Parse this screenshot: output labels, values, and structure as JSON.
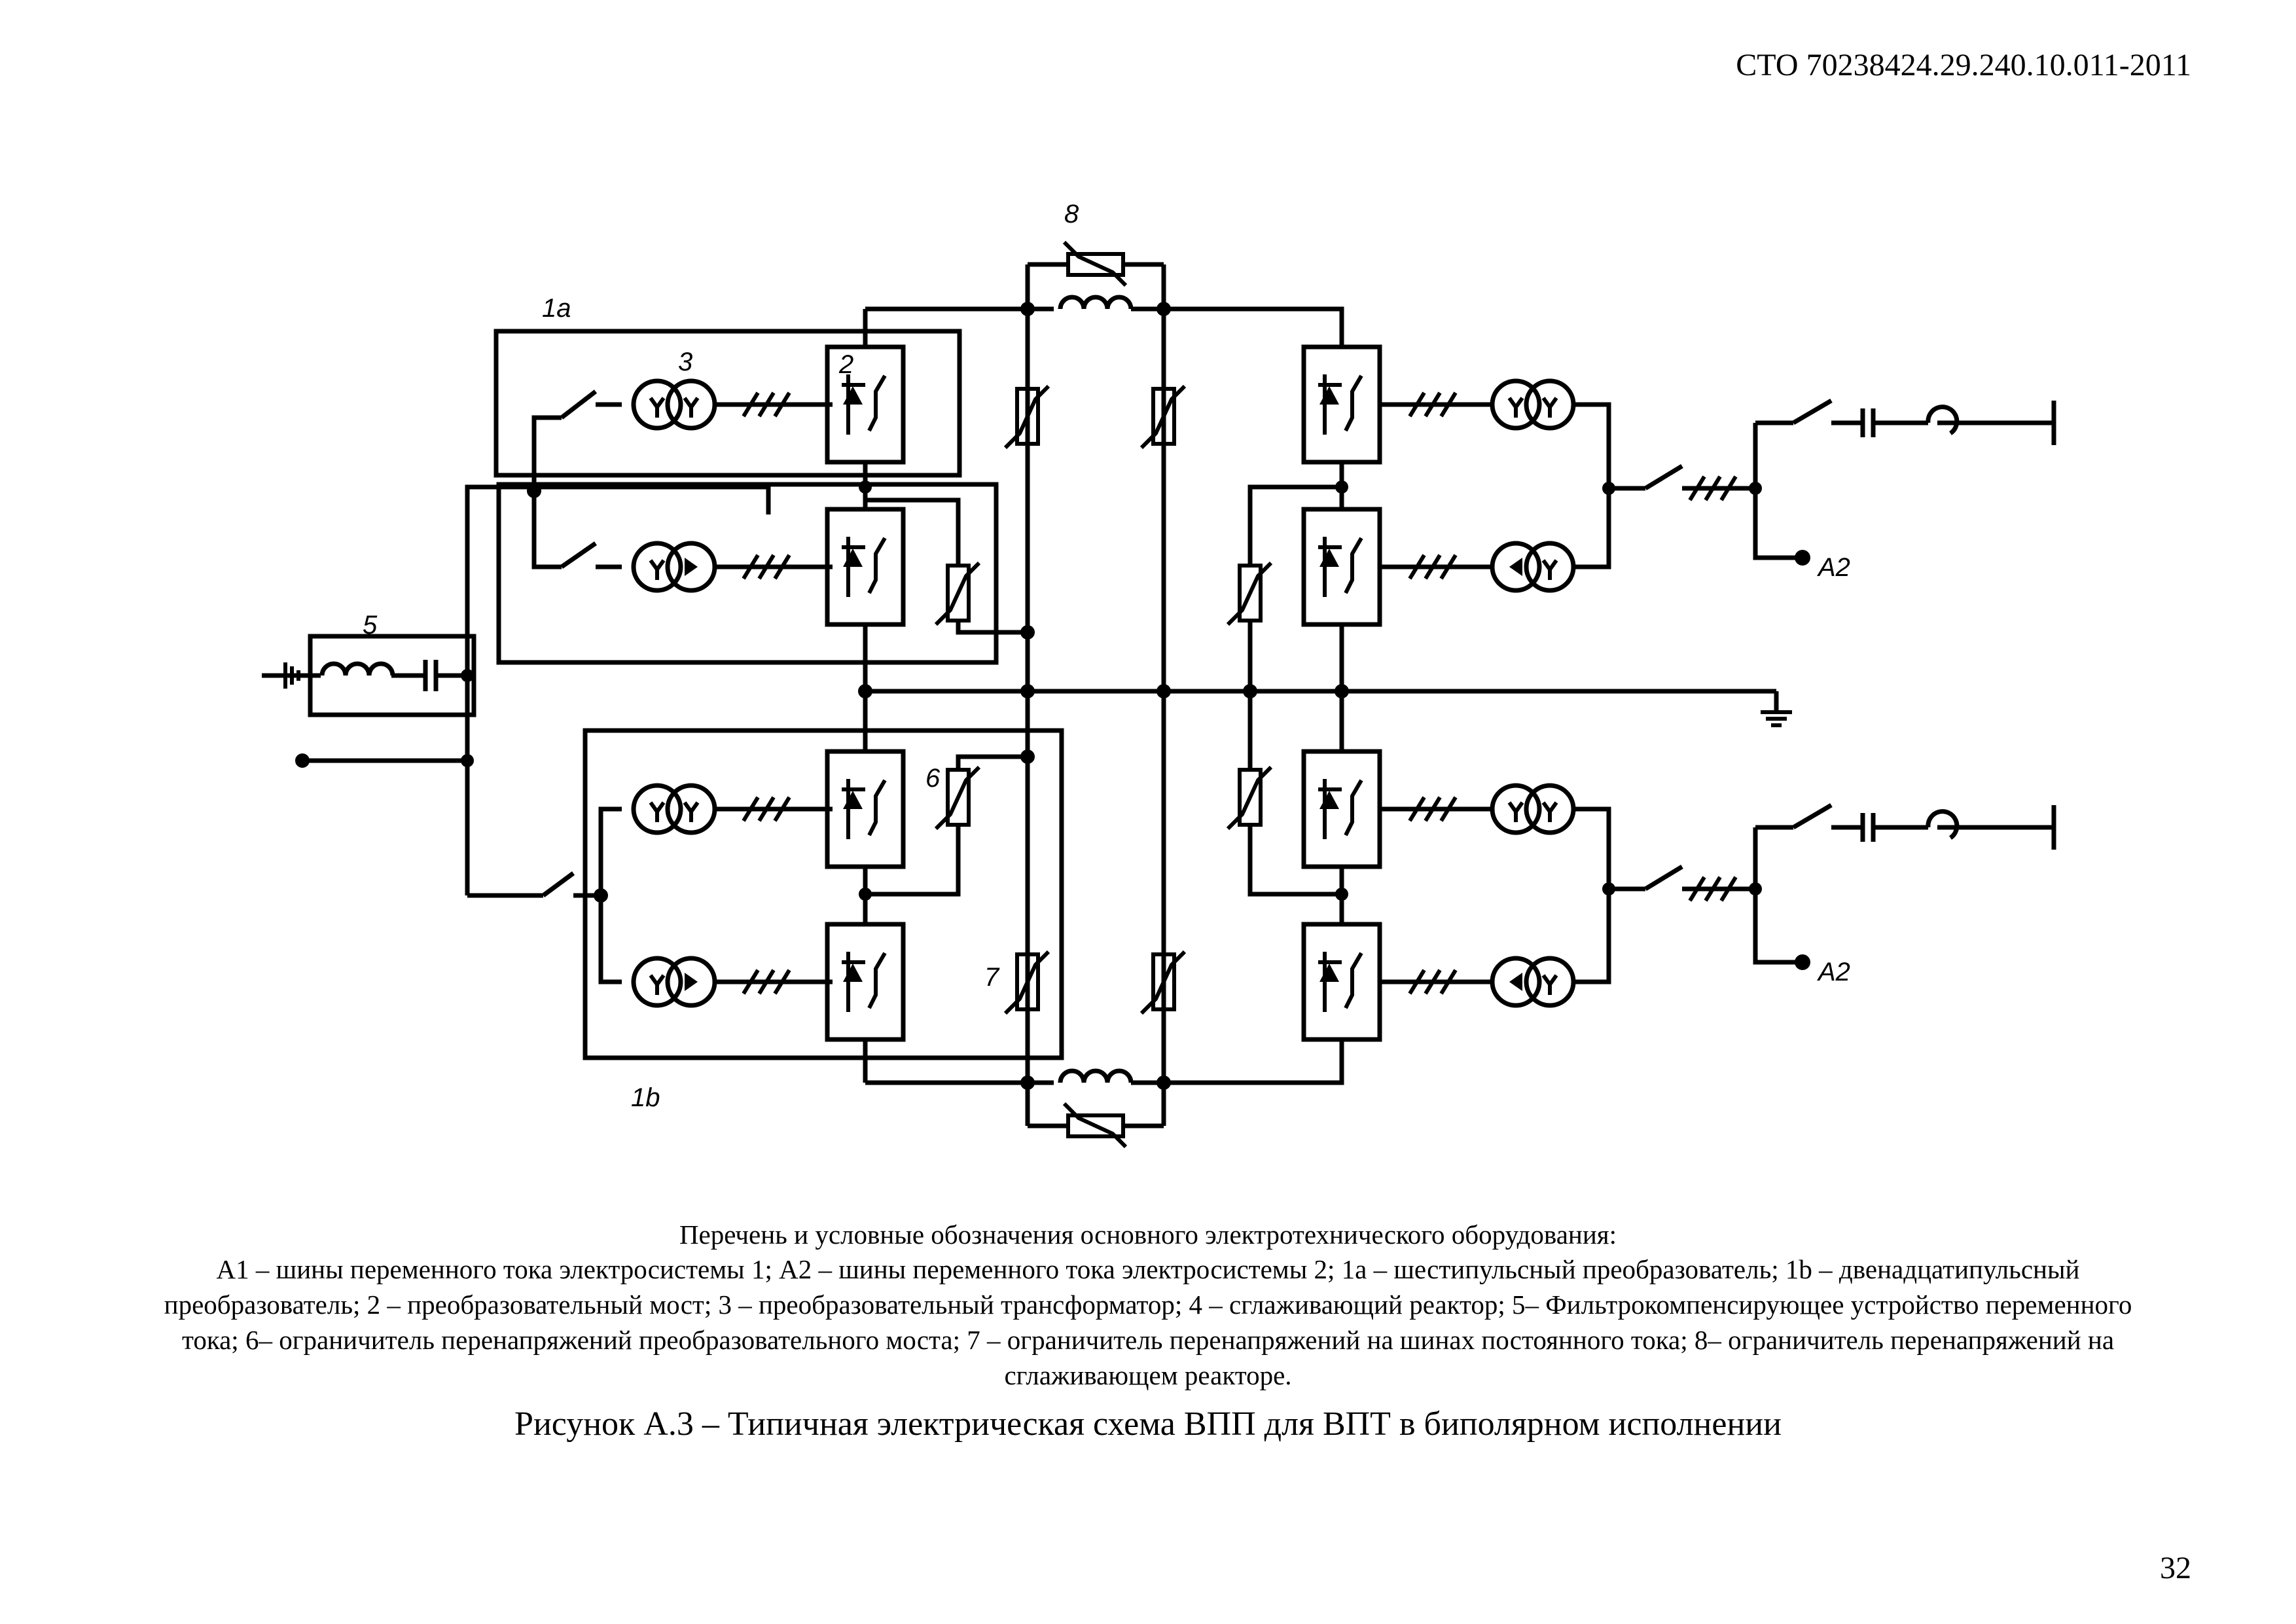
{
  "header": {
    "document_code": "СТО 70238424.29.240.10.011-2011"
  },
  "diagram": {
    "labels": {
      "converter_6pulse": "1а",
      "converter_12pulse": "1b",
      "bridge": "2",
      "transformer": "3",
      "filter": "5",
      "arrester_bridge": "6",
      "arrester_dc_bus": "7",
      "arrester_reactor": "8",
      "ac_bus_top": "А2",
      "ac_bus_bottom": "А2"
    }
  },
  "legend": {
    "title": "Перечень и условные обозначения основного электротехнического оборудования:",
    "text": "А1 – шины переменного тока электросистемы 1; А2 – шины переменного тока электросистемы 2; 1а – шестипульсный преобразователь; 1b – двенадцатипульсный преобразователь; 2 – преобразовательный мост; 3 – преобразовательный трансформатор; 4 – сглаживающий реактор; 5– Фильтрокомпенсирующее устройство переменного тока; 6– ограничитель перенапряжений преобразовательного моста; 7 – ограничитель перенапряжений на шинах постоянного тока; 8– ограничитель перенапряжений на сглаживающем реакторе."
  },
  "figure_caption": "Рисунок А.3 – Типичная электрическая схема ВПП для ВПТ в биполярном исполнении",
  "footer": {
    "page_number": "32"
  }
}
